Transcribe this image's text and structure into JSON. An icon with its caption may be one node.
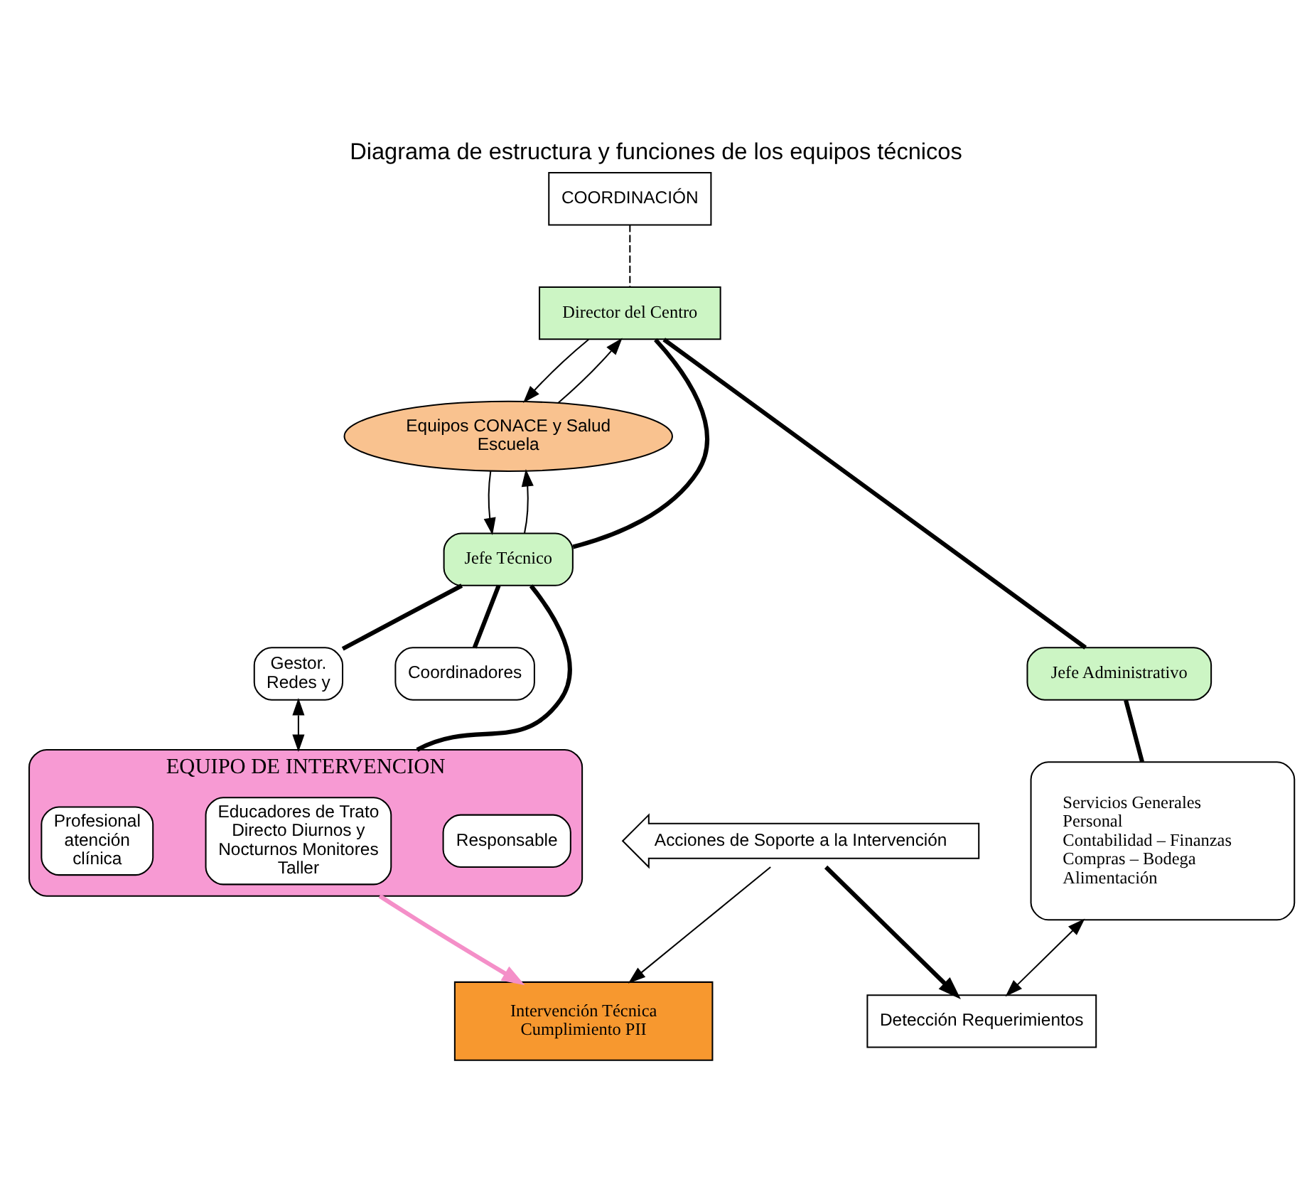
{
  "diagram": {
    "title": "Diagrama de estructura y funciones de los equipos técnicos",
    "nodes": [
      {
        "text": [
          "COORDINACIÓN"
        ]
      },
      {
        "text": [
          "Equipos CONACE y Salud",
          "Escuela"
        ]
      },
      {
        "text": [
          "Director del Centro"
        ]
      },
      {
        "text": [
          "Jefe Técnico"
        ]
      },
      {
        "text": [
          "Jefe Administrativo"
        ]
      },
      {
        "text": [
          "Gestor.",
          "Redes y"
        ]
      },
      {
        "text": [
          "Coordinadores"
        ]
      },
      {
        "text": [
          "Servicios Generales",
          "Personal",
          "Contabilidad – Finanzas",
          "Compras – Bodega",
          "Alimentación"
        ]
      },
      {
        "text": [
          "EQUIPO DE INTERVENCION"
        ]
      },
      {
        "text": [
          "Responsable"
        ],
        "in": 8
      },
      {
        "text": [
          "Educadores de Trato Directo Diurnos y Nocturnos Monitores Taller"
        ],
        "in": 8
      },
      {
        "text": [
          "Profesional atención clínica"
        ],
        "in": 8
      },
      {
        "text": [
          "Detección Requerimientos"
        ]
      },
      {
        "text": [
          "Acciones de Soporte a la Intervención"
        ]
      },
      {
        "text": [
          "Intervención Técnica Cumplimiento PII"
        ]
      }
    ],
    "edges": [
      {
        "from": 0,
        "to": 2,
        "arrow": "none",
        "style": "dashed"
      },
      {
        "from": 2,
        "to": 1,
        "arrow": "to"
      },
      {
        "from": 1,
        "to": 2,
        "arrow": "to"
      },
      {
        "from": 1,
        "to": 3,
        "arrow": "to"
      },
      {
        "from": 3,
        "to": 1,
        "arrow": "to"
      },
      {
        "from": 2,
        "to": 3,
        "arrow": "none",
        "style": "thick"
      },
      {
        "from": 2,
        "to": 4,
        "arrow": "none",
        "style": "thick"
      },
      {
        "from": 4,
        "to": 7,
        "arrow": "none",
        "style": "thick"
      },
      {
        "from": 3,
        "to": 5,
        "arrow": "none",
        "style": "thick"
      },
      {
        "from": 3,
        "to": 6,
        "arrow": "none",
        "style": "thick"
      },
      {
        "from": 3,
        "to": 8,
        "arrow": "none",
        "style": "thick"
      },
      {
        "from": 5,
        "to": 8,
        "arrow": "both"
      },
      {
        "from": 7,
        "to": 12,
        "arrow": "both"
      },
      {
        "from": 8,
        "to": 14,
        "arrow": "to",
        "style": "thick",
        "color": "#f48fc8"
      },
      {
        "from": 13,
        "to": 12,
        "arrow": "to",
        "style": "thick"
      },
      {
        "from": 13,
        "to": 14,
        "arrow": "to"
      }
    ]
  }
}
